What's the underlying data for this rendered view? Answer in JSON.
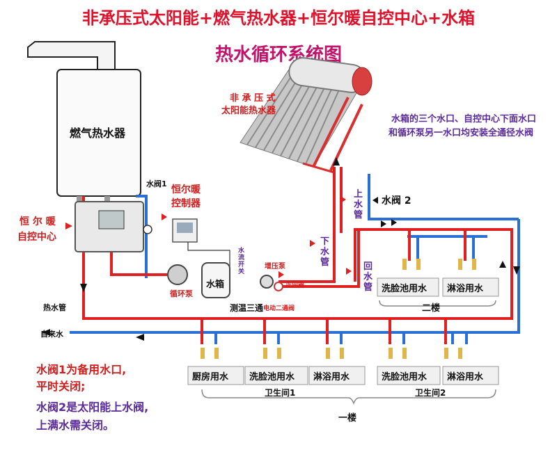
{
  "title": "非承压式太阳能+燃气热水器+恒尔暖自控中心+水箱",
  "subtitle": "热水循环系统图",
  "labels": {
    "gas_heater": "燃气热水器",
    "solar": [
      "非 承 压 式",
      "太阳能热水器"
    ],
    "note_right": [
      "水箱的三个水口、自控中心下面水口",
      "和循环泵另一水口均安装全通径水阀"
    ],
    "valve1": "水阀1",
    "controller": [
      "恒尔暖",
      "控制器"
    ],
    "control_center": [
      "恒 尔 暖",
      "自控中心"
    ],
    "up_pipe": [
      "上",
      "水",
      "管"
    ],
    "valve2": "水阀 2",
    "down_pipe": [
      "下",
      "水",
      "管"
    ],
    "return_pipe": [
      "回",
      "水",
      "管"
    ],
    "flow_switch": [
      "水",
      "流",
      "开",
      "关"
    ],
    "booster_pump": "增压泵",
    "check_valve": "止回阀",
    "tank": "水箱",
    "circ_pump": "循环泵",
    "tmv": "测温三通",
    "electric_valve": "电动二通阀",
    "hot_pipe": "热水管",
    "tap_water": "自来水",
    "floor2": "二楼",
    "floor1": "一楼",
    "floor2_fixtures": [
      "洗脸池用水",
      "淋浴用水"
    ],
    "floor1_fixtures": [
      "厨房用水",
      "洗脸池用水",
      "淋浴用水",
      "洗脸池用水",
      "淋浴用水"
    ],
    "bathroom1": "卫生间1",
    "bathroom2": "卫生间2"
  },
  "notes": {
    "n1a": "水阀1为备用水口,",
    "n1b": "平时关闭;",
    "n2a": "水阀2是太阳能上水阀,",
    "n2b": "上满水需关闭。"
  },
  "colors": {
    "hot": "#e02020",
    "cold": "#2a6fd6",
    "title": "#e0102a",
    "subtitle": "#c2126b",
    "purple": "#5a2a9a",
    "label_red": "#d21d1d"
  }
}
